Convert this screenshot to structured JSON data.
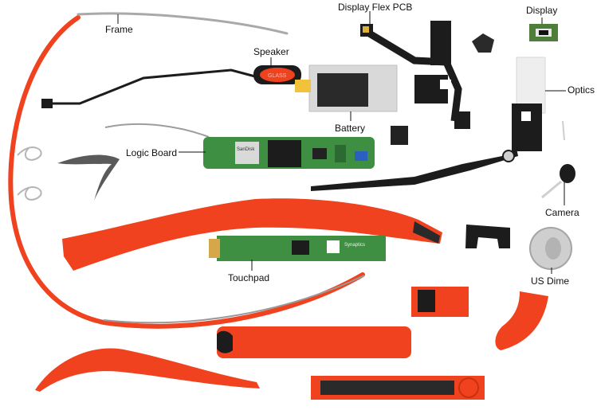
{
  "labels": {
    "frame": "Frame",
    "display_flex_pcb": "Display Flex PCB",
    "display": "Display",
    "speaker": "Speaker",
    "optics": "Optics",
    "battery": "Battery",
    "logic_board": "Logic Board",
    "camera": "Camera",
    "touchpad": "Touchpad",
    "us_dime": "US Dime"
  },
  "printed": {
    "speaker_mark": "GLASS",
    "logic_board_chip": "SanDisk",
    "touchpad_brand": "Synaptics"
  },
  "colors": {
    "background": "#ffffff",
    "shell_orange": "#f0421f",
    "shell_orange_dark": "#c7320f",
    "pcb_green": "#3f8f43",
    "pcb_green_dark": "#2b6a31",
    "flex_black": "#1c1c1c",
    "battery_silver": "#d9d9d9",
    "frame_metal": "#a9a9a9",
    "label_text": "#111111"
  }
}
